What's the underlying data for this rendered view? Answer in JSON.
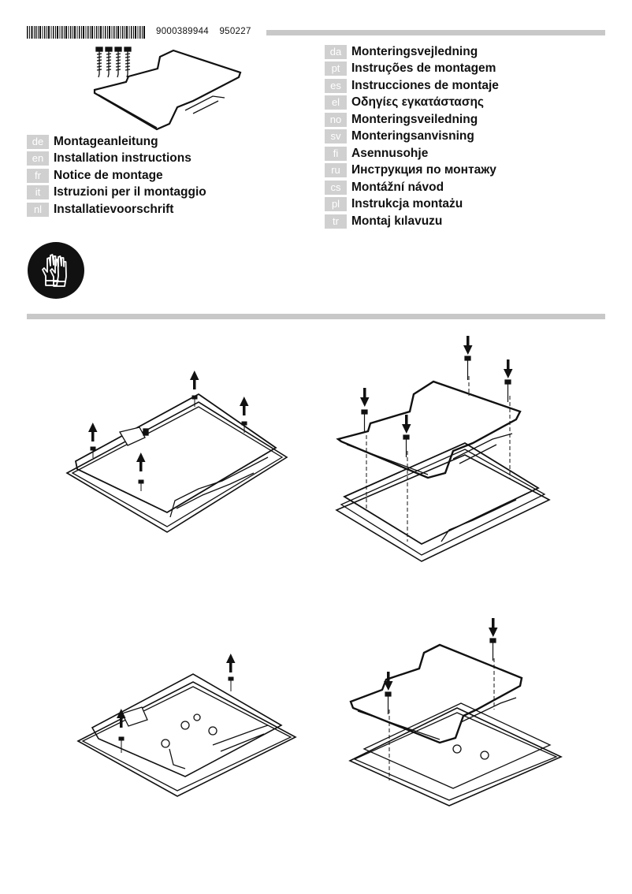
{
  "header": {
    "doc_number": "9000389944",
    "doc_date_code": "950227"
  },
  "languages_left": [
    {
      "code": "de",
      "title": "Montageanleitung"
    },
    {
      "code": "en",
      "title": "Installation instructions"
    },
    {
      "code": "fr",
      "title": "Notice de montage"
    },
    {
      "code": "it",
      "title": "Istruzioni per il montaggio"
    },
    {
      "code": "nl",
      "title": "Installatievoorschrift"
    }
  ],
  "languages_right": [
    {
      "code": "da",
      "title": "Monteringsvejledning"
    },
    {
      "code": "pt",
      "title": "Instruções de montagem"
    },
    {
      "code": "es",
      "title": "Instrucciones de montaje"
    },
    {
      "code": "el",
      "title": "Οδηγίες εγκατάστασης"
    },
    {
      "code": "no",
      "title": "Monteringsveiledning"
    },
    {
      "code": "sv",
      "title": "Monteringsanvisning"
    },
    {
      "code": "fi",
      "title": "Asennusohje"
    },
    {
      "code": "ru",
      "title": "Инструкция по монтажу"
    },
    {
      "code": "cs",
      "title": "Montážní návod"
    },
    {
      "code": "pl",
      "title": "Instrukcja montażu"
    },
    {
      "code": "tr",
      "title": "Montaj kılavuzu"
    }
  ],
  "icons": {
    "safety": "wear-gloves-icon",
    "parts": "screws-and-plate-icon"
  }
}
